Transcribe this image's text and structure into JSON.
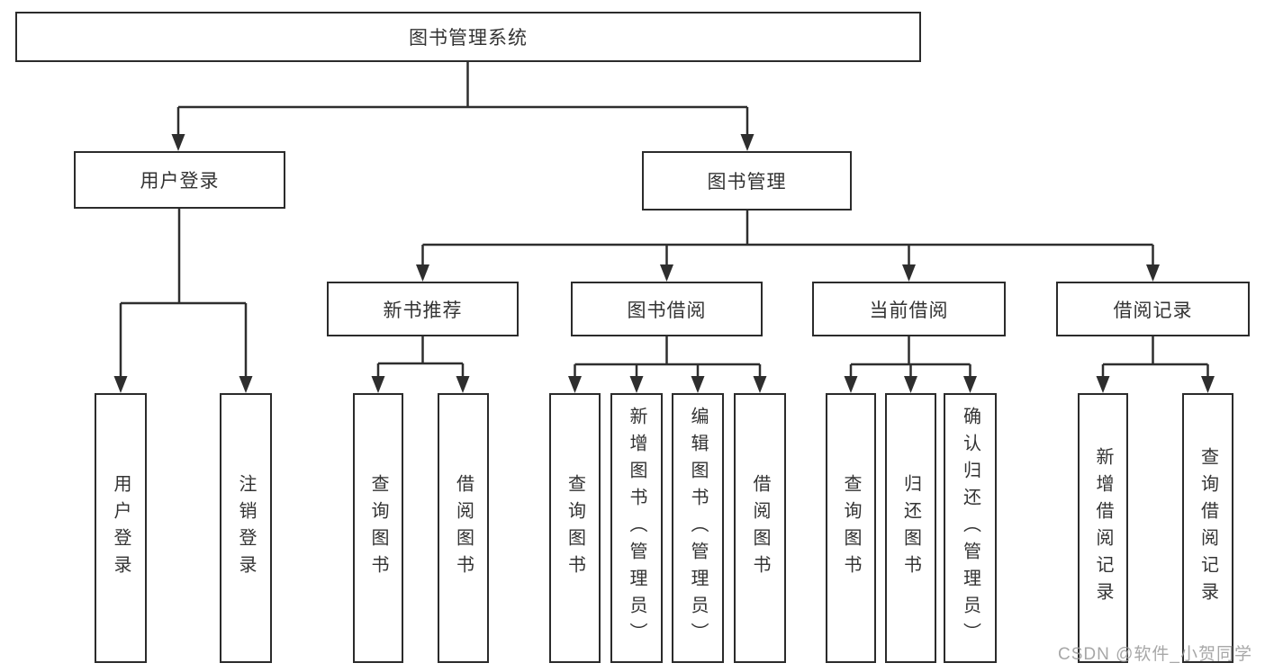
{
  "diagram": {
    "root": "图书管理系统",
    "user_login": {
      "label": "用户登录",
      "children": [
        "用户登录",
        "注销登录"
      ]
    },
    "book_mgmt": {
      "label": "图书管理",
      "sections": [
        {
          "label": "新书推荐",
          "children": [
            "查询图书",
            "借阅图书"
          ]
        },
        {
          "label": "图书借阅",
          "children": [
            "查询图书",
            "新增图书（管理员）",
            "编辑图书（管理员）",
            "借阅图书"
          ]
        },
        {
          "label": "当前借阅",
          "children": [
            "查询图书",
            "归还图书",
            "确认归还（管理员）"
          ]
        },
        {
          "label": "借阅记录",
          "children": [
            "新增借阅记录",
            "查询借阅记录"
          ]
        }
      ]
    }
  },
  "watermark": "CSDN @软件_小贺同学",
  "colors": {
    "line": "#2e2e2e",
    "border": "#2b2b2b",
    "text": "#333333",
    "watermark_text": "#9e9e9e",
    "background": "#ffffff"
  }
}
